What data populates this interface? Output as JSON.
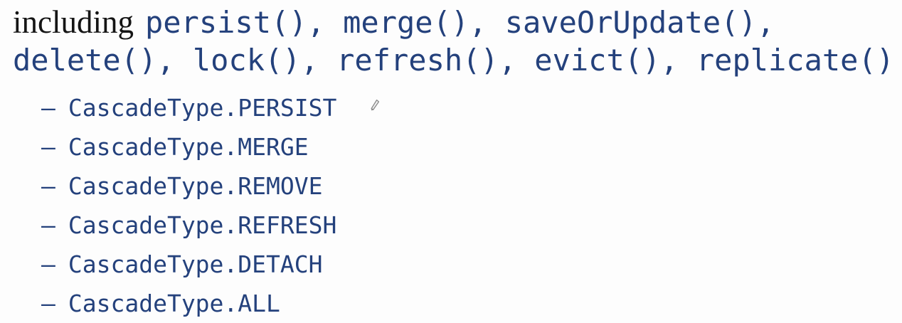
{
  "colors": {
    "code_blue": "#24417c",
    "body_black": "#151515",
    "pencil_gray": "#8d8d8d",
    "background": "#fdfdfd"
  },
  "heading": {
    "prefix": "including",
    "code_line1": "persist(), merge(), saveOrUpdate(),",
    "code_line2": "delete(), lock(), refresh(), evict(), replicate()"
  },
  "list": {
    "bullet": "–",
    "items": [
      {
        "label": "CascadeType.PERSIST"
      },
      {
        "label": "CascadeType.MERGE"
      },
      {
        "label": "CascadeType.REMOVE"
      },
      {
        "label": "CascadeType.REFRESH"
      },
      {
        "label": "CascadeType.DETACH"
      },
      {
        "label": "CascadeType.ALL"
      }
    ]
  }
}
